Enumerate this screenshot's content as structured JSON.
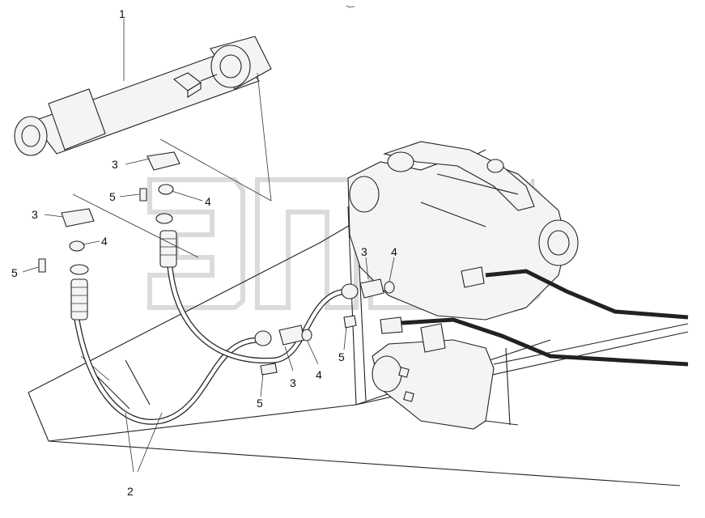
{
  "diagram": {
    "callouts": [
      {
        "id": "c1",
        "text": "1"
      },
      {
        "id": "c3a",
        "text": "3"
      },
      {
        "id": "c5a",
        "text": "5"
      },
      {
        "id": "c4a",
        "text": "4"
      },
      {
        "id": "c3b",
        "text": "3"
      },
      {
        "id": "c4b",
        "text": "4"
      },
      {
        "id": "c5b",
        "text": "5"
      },
      {
        "id": "c3c",
        "text": "3"
      },
      {
        "id": "c4c",
        "text": "4"
      },
      {
        "id": "c5c",
        "text": "5"
      },
      {
        "id": "c3d",
        "text": "3"
      },
      {
        "id": "c4d",
        "text": "4"
      },
      {
        "id": "c5d",
        "text": "5"
      },
      {
        "id": "c2",
        "text": "2"
      }
    ],
    "watermark": {
      "text": "ЭПЕВ",
      "tm": "TM"
    }
  }
}
